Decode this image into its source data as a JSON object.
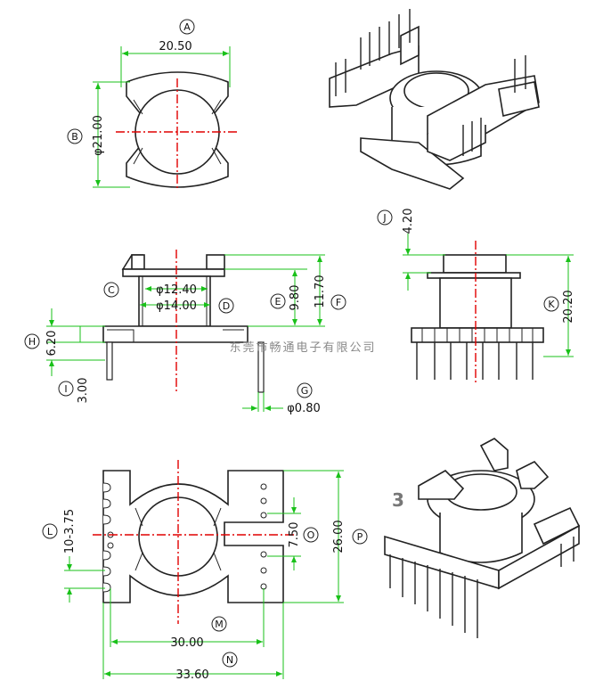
{
  "watermark": "东莞市畅通电子有限公司",
  "view_number": "3",
  "top_view": {
    "A": {
      "letter": "A",
      "value": "20.50"
    },
    "B": {
      "letter": "B",
      "value": "φ21.00"
    }
  },
  "front_view": {
    "C": {
      "letter": "C",
      "value": "φ12.40"
    },
    "D": {
      "letter": "D",
      "value": "φ14.00"
    },
    "E": {
      "letter": "E",
      "value": "9.80"
    },
    "F": {
      "letter": "F",
      "value": "11.70"
    },
    "G": {
      "letter": "G",
      "value": "φ0.80"
    },
    "H": {
      "letter": "H",
      "value": "6.20"
    },
    "I": {
      "letter": "I",
      "value": "3.00"
    }
  },
  "side_view": {
    "J": {
      "letter": "J",
      "value": "4.20"
    },
    "K": {
      "letter": "K",
      "value": "20.20"
    }
  },
  "bottom_view": {
    "L": {
      "letter": "L",
      "value": "10-3.75"
    },
    "M": {
      "letter": "M",
      "value": "30.00"
    },
    "N": {
      "letter": "N",
      "value": "33.60"
    },
    "O": {
      "letter": "O",
      "value": "7.50"
    },
    "P": {
      "letter": "P",
      "value": "26.00"
    }
  }
}
